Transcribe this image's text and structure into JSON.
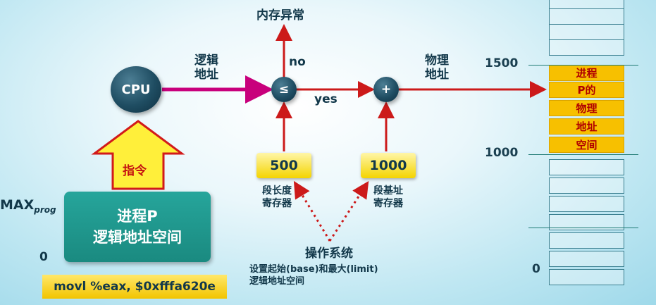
{
  "top_result": "内存异常",
  "cpu_label": "CPU",
  "logical_address": [
    "逻辑",
    "地址"
  ],
  "compare_symbol": "≤",
  "plus_symbol": "+",
  "no_label": "no",
  "yes_label": "yes",
  "physical_address": [
    "物理",
    "地址"
  ],
  "instruction_label": "指令",
  "registers": {
    "limit": {
      "value": "500",
      "name": [
        "段长度",
        "寄存器"
      ]
    },
    "base": {
      "value": "1000",
      "name": [
        "段基址",
        "寄存器"
      ]
    }
  },
  "os": {
    "title": "操作系统",
    "desc": [
      "设置起始(base)和最大(limit)",
      "逻辑地址空间"
    ]
  },
  "process_box": [
    "进程P",
    "逻辑地址空间"
  ],
  "max_label": {
    "base": "MAX",
    "sub": "prog"
  },
  "zero_left": "0",
  "command": "movl %eax, $0xfffa620e",
  "memory": {
    "ticks": [
      "1500",
      "1000",
      "0"
    ],
    "highlight": [
      "进程",
      "P的",
      "物理",
      "地址",
      "空间"
    ]
  },
  "colors": {
    "arrow_pink": "#c8007c",
    "arrow_red": "#cc1a1a",
    "node": "#1f4d62",
    "register": "#f4d400",
    "process_box": "#1a8a80",
    "memory_highlight": "#f7c000"
  }
}
